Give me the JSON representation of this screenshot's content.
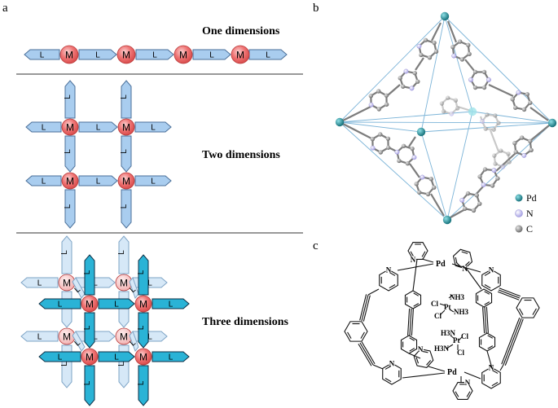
{
  "panel_a": {
    "label": "a",
    "one_dim_title": "One dimensions",
    "two_dim_title": "Two dimensions",
    "three_dim_title": "Three dimensions",
    "metal": "M",
    "ligand": "L"
  },
  "panel_b": {
    "label": "b",
    "legend": [
      {
        "label": "Pd",
        "color": "#1f8a94"
      },
      {
        "label": "N",
        "color": "#c9c6ee"
      },
      {
        "label": "C",
        "color": "#8a8a8a"
      }
    ]
  },
  "panel_c": {
    "label": "c",
    "pd_top": "Pd",
    "pd_bottom": "Pd",
    "n_label": "N",
    "guest1": {
      "cl1": "Cl",
      "nh3_1": "NH3",
      "pt": "Pt",
      "cl2": "Cl",
      "nh3_2": "NH3"
    },
    "guest2": {
      "h3n_1": "H3N",
      "pt": "Pt",
      "cl1": "Cl",
      "h3n_2": "H3N",
      "cl2": "Cl"
    }
  },
  "colors": {
    "ligand_1d_2d": "#a9cdef",
    "ligand_3d_front": "#2ab3d6",
    "ligand_3d_back": "#d6e8f7",
    "metal": "#ee6b6b",
    "metal_back": "#f5b9b9",
    "cage_edge": "#7cb4d8"
  }
}
